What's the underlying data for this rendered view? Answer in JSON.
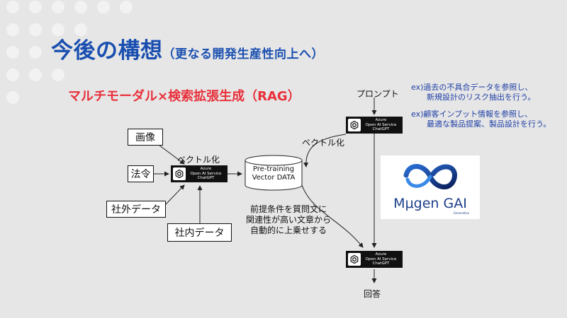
{
  "title": {
    "main": "今後の構想",
    "sub": "（更なる開発生産性向上へ）"
  },
  "subtitle": "マルチモーダル×検索拡張生成（RAG）",
  "examples": [
    {
      "line1": "ex)過去の不具合データを参照し、",
      "line2": "新規設計のリスク抽出を行う。"
    },
    {
      "line1": "ex)顧客インプット情報を参照し、",
      "line2": "最適な製品提案、製品設計を行う。"
    }
  ],
  "inputs": [
    "画像",
    "法令",
    "社外データ",
    "社内データ"
  ],
  "azure": {
    "line1": "Azure",
    "line2": "Open AI Service",
    "line3": "ChatGPT"
  },
  "labels": {
    "vectorize_left": "ベクトル化",
    "vectorize_right": "ベクトル化",
    "prompt": "プロンプト",
    "answer": "回答"
  },
  "database": {
    "line1": "Pre-training",
    "line2": "Vector DATA"
  },
  "note": {
    "line1": "前提条件を質問文に",
    "line2": "関連性が高い文章から",
    "line3": "自動的に上乗せする"
  },
  "logo": {
    "name": "Mμgen GAI",
    "tagline": "Generative"
  },
  "colors": {
    "title": "#1a4fb0",
    "subtitle": "#e8303a",
    "example": "#1f3fa6",
    "background": "#e6e6e6",
    "azure_box": "#111111"
  }
}
